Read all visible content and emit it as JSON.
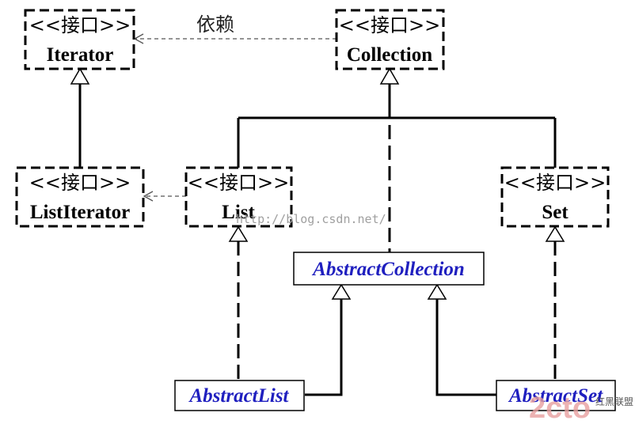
{
  "interfaces": {
    "stereotype": "<<接口>>",
    "iterator": "Iterator",
    "collection": "Collection",
    "list_iterator": "ListIterator",
    "list": "List",
    "set": "Set"
  },
  "abstract_classes": {
    "abstract_collection": "AbstractCollection",
    "abstract_list": "AbstractList",
    "abstract_set": "AbstractSet"
  },
  "relations": {
    "dependency_label": "依赖"
  },
  "watermark": {
    "url": "http://blog.csdn.net/",
    "brand": "2cto",
    "brand_suffix": "红黑联盟"
  },
  "colors": {
    "abstract_text": "#1f1fbf",
    "line": "#000000"
  }
}
